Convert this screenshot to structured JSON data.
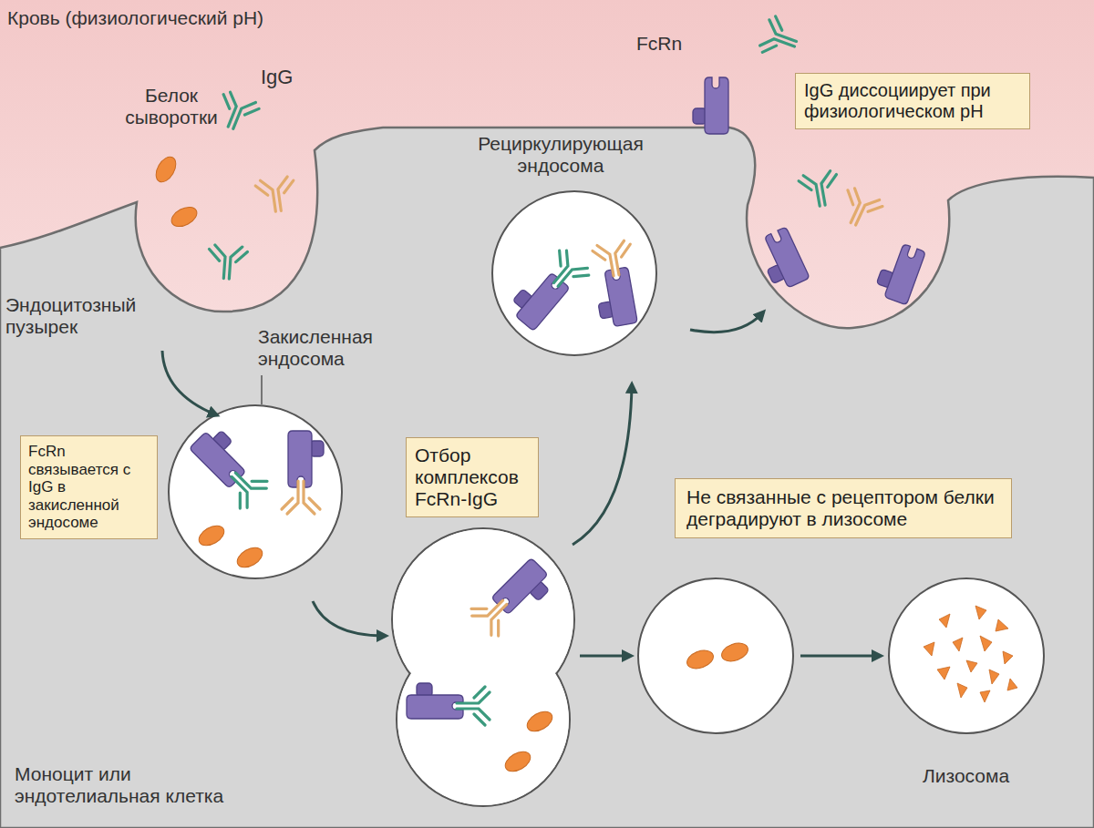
{
  "diagram": {
    "nodes": [
      {
        "text": [
          "IgG диссоциирует при физиологическом pH"
        ]
      },
      {
        "text": [
          "FcRn связывается с IgG в закисленной эндосоме"
        ]
      },
      {
        "text": [
          "Отбор комплексов FcRn-IgG"
        ]
      },
      {
        "text": [
          "Не связанные с рецептором белки деградируют в лизосоме"
        ]
      }
    ],
    "labels": [
      "Кровь (физиологический pH)",
      "IgG",
      "Белок сыворотки",
      "FcRn",
      "Рециркулирующая эндосома",
      "Эндоцитозный пузырек",
      "Закисленная эндосома",
      "Моноцит или эндотелиальная клетка",
      "Лизосома"
    ]
  }
}
